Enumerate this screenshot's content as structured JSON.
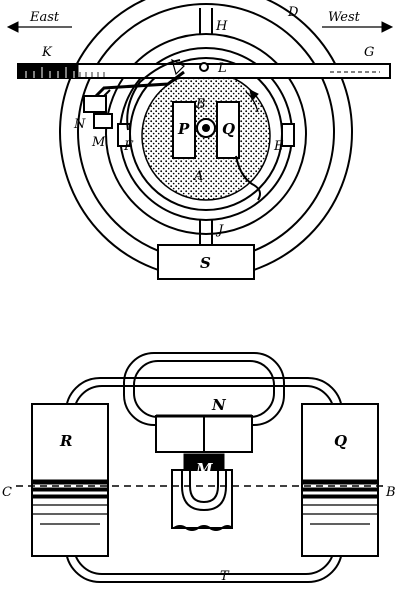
{
  "top_figure": {
    "direction_east": "East",
    "direction_west": "West",
    "labels": {
      "A": "A",
      "B": "B",
      "D": "D",
      "E": "E",
      "F": "F",
      "G": "G",
      "H": "H",
      "J": "J",
      "K": "K",
      "L": "L",
      "M": "M",
      "N": "N",
      "P": "P",
      "Q": "Q",
      "S": "S"
    }
  },
  "bottom_figure": {
    "labels": {
      "R": "R",
      "Q": "Q",
      "N": "N",
      "M": "M",
      "C": "C",
      "B": "B",
      "T": "T"
    }
  }
}
